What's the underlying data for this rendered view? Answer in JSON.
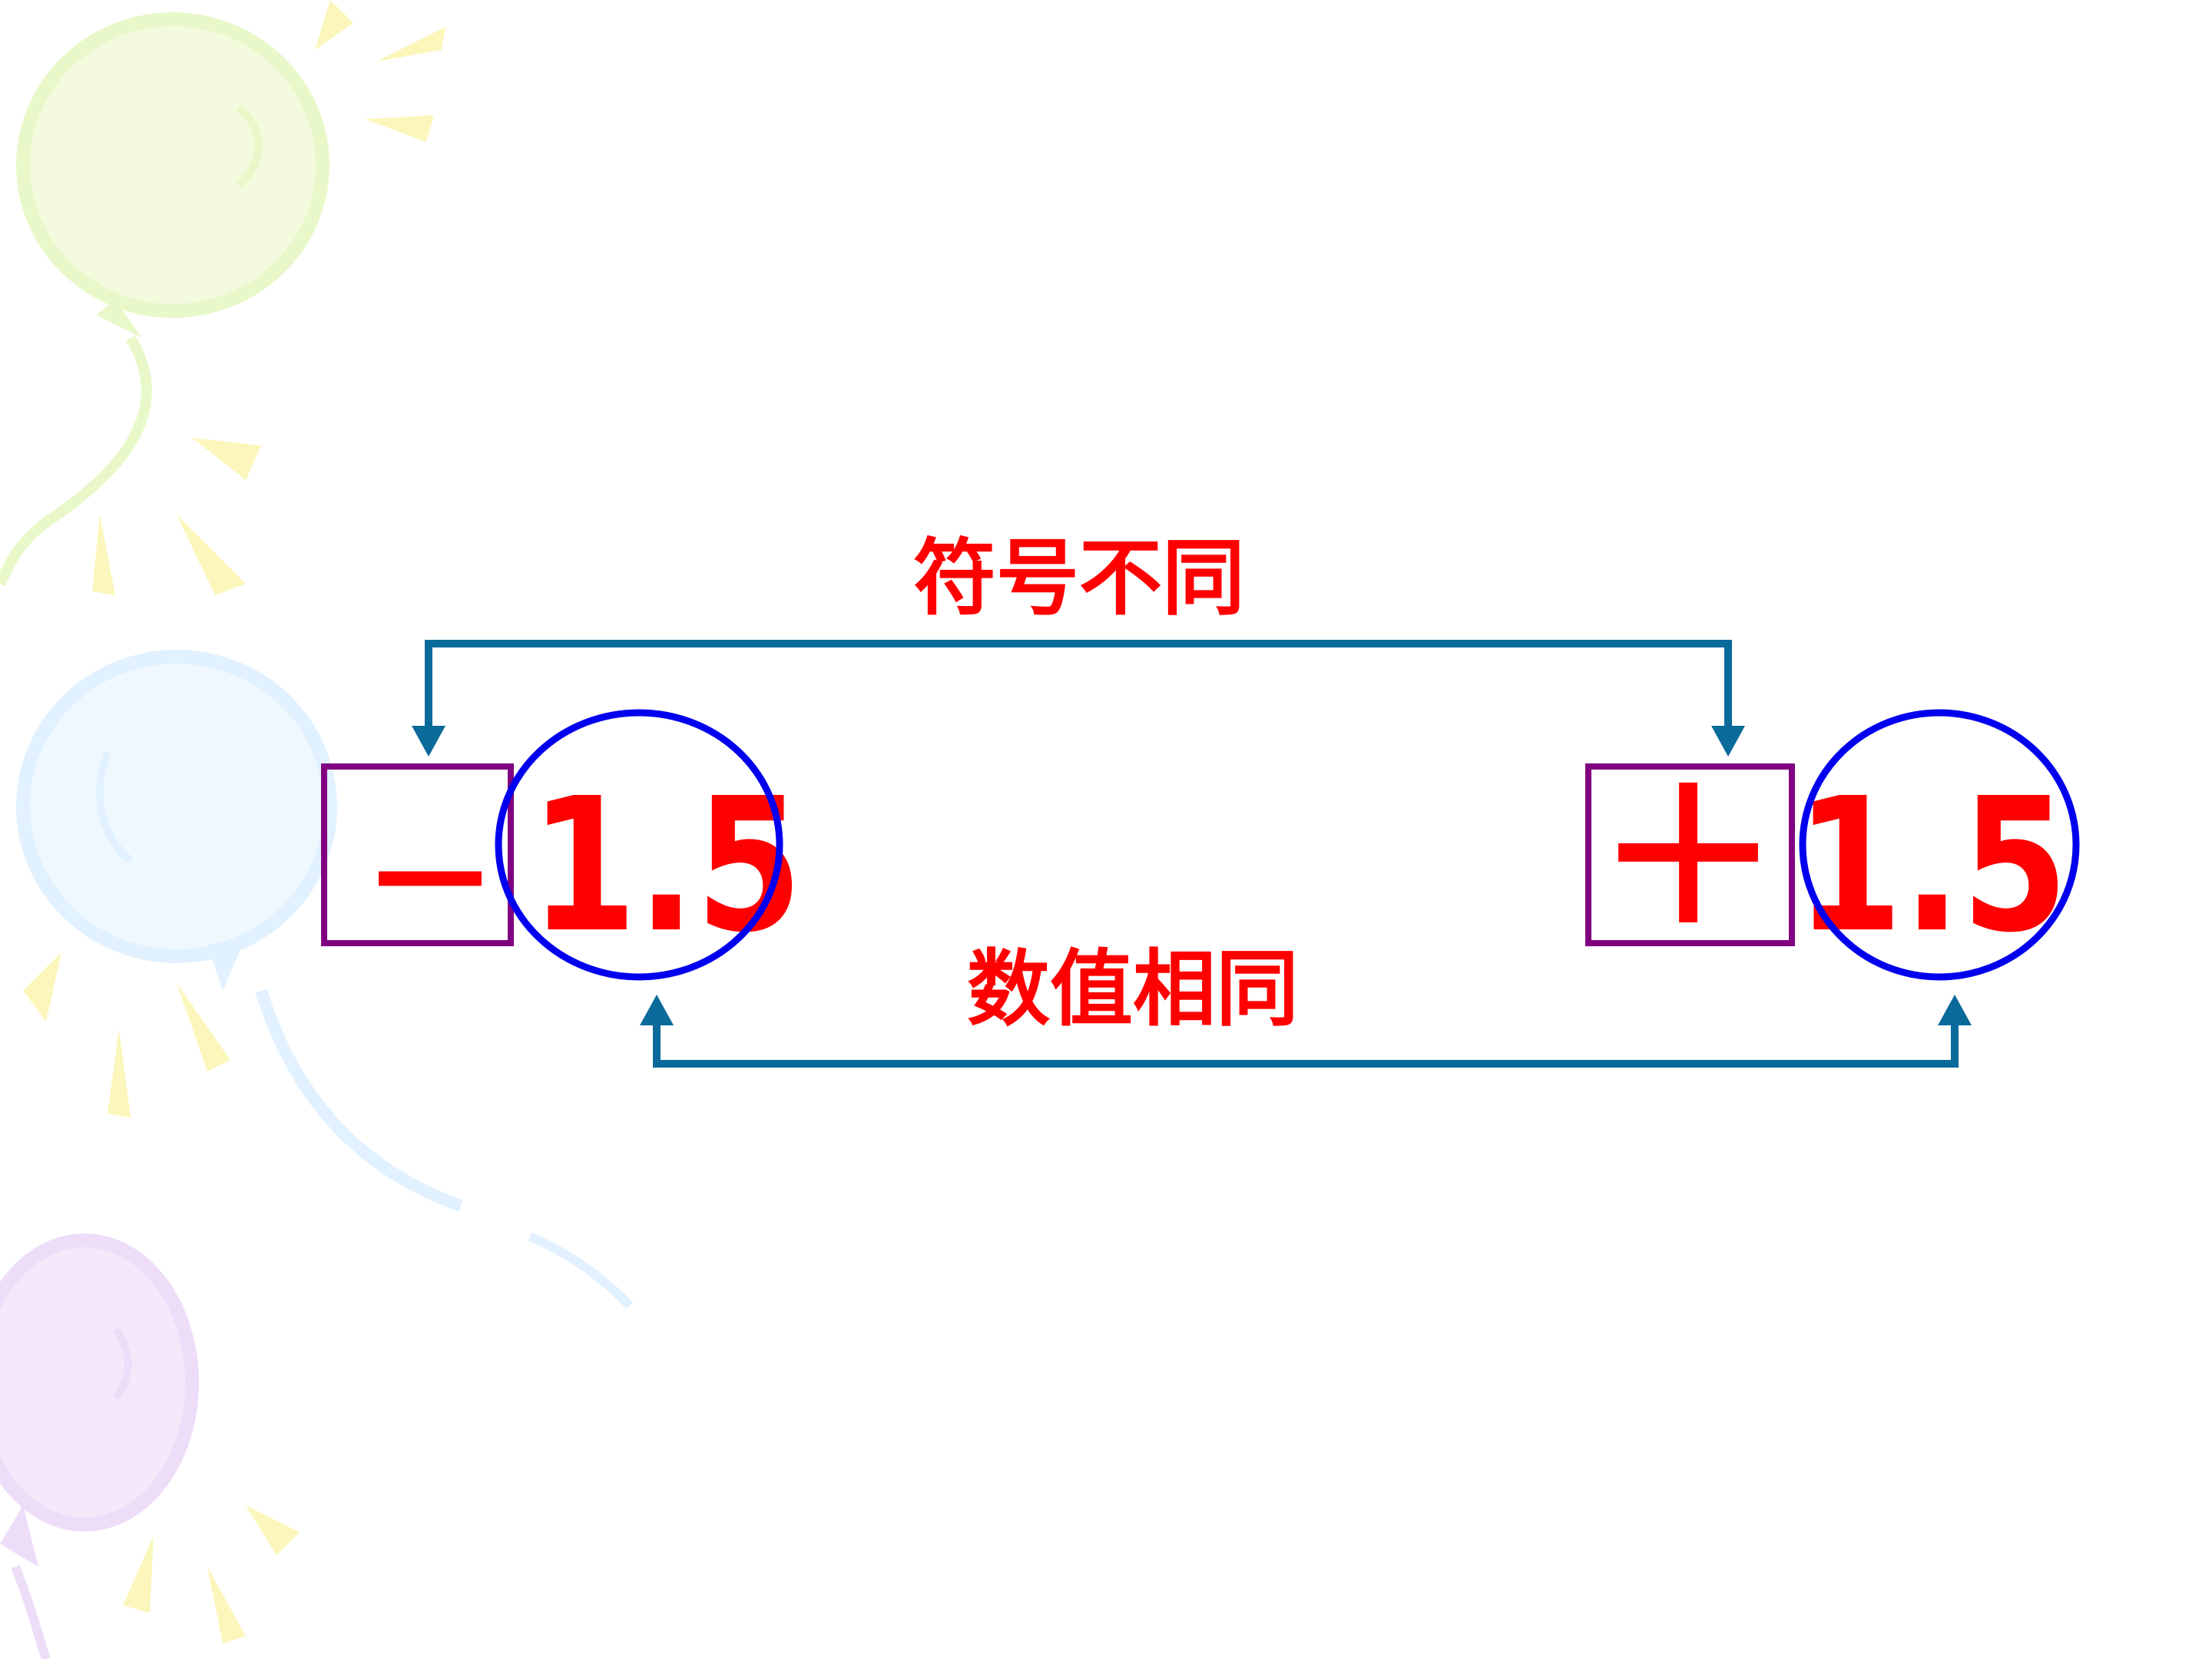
{
  "labels": {
    "sign_differs": "符号不同",
    "value_same": "数值相同"
  },
  "left_number": {
    "sign": "—",
    "value": "1.5"
  },
  "right_number": {
    "sign": "＋",
    "value": "1.5"
  },
  "colors": {
    "text": "#ff0000",
    "sign_box": "#800080",
    "value_circle": "#0000ee",
    "arrow": "#0a6a9a",
    "balloon_yellow": "#e6f7c0",
    "balloon_blue": "#dcefff",
    "balloon_purple": "#ead8f7",
    "ray_yellow": "#fbf5b0"
  }
}
